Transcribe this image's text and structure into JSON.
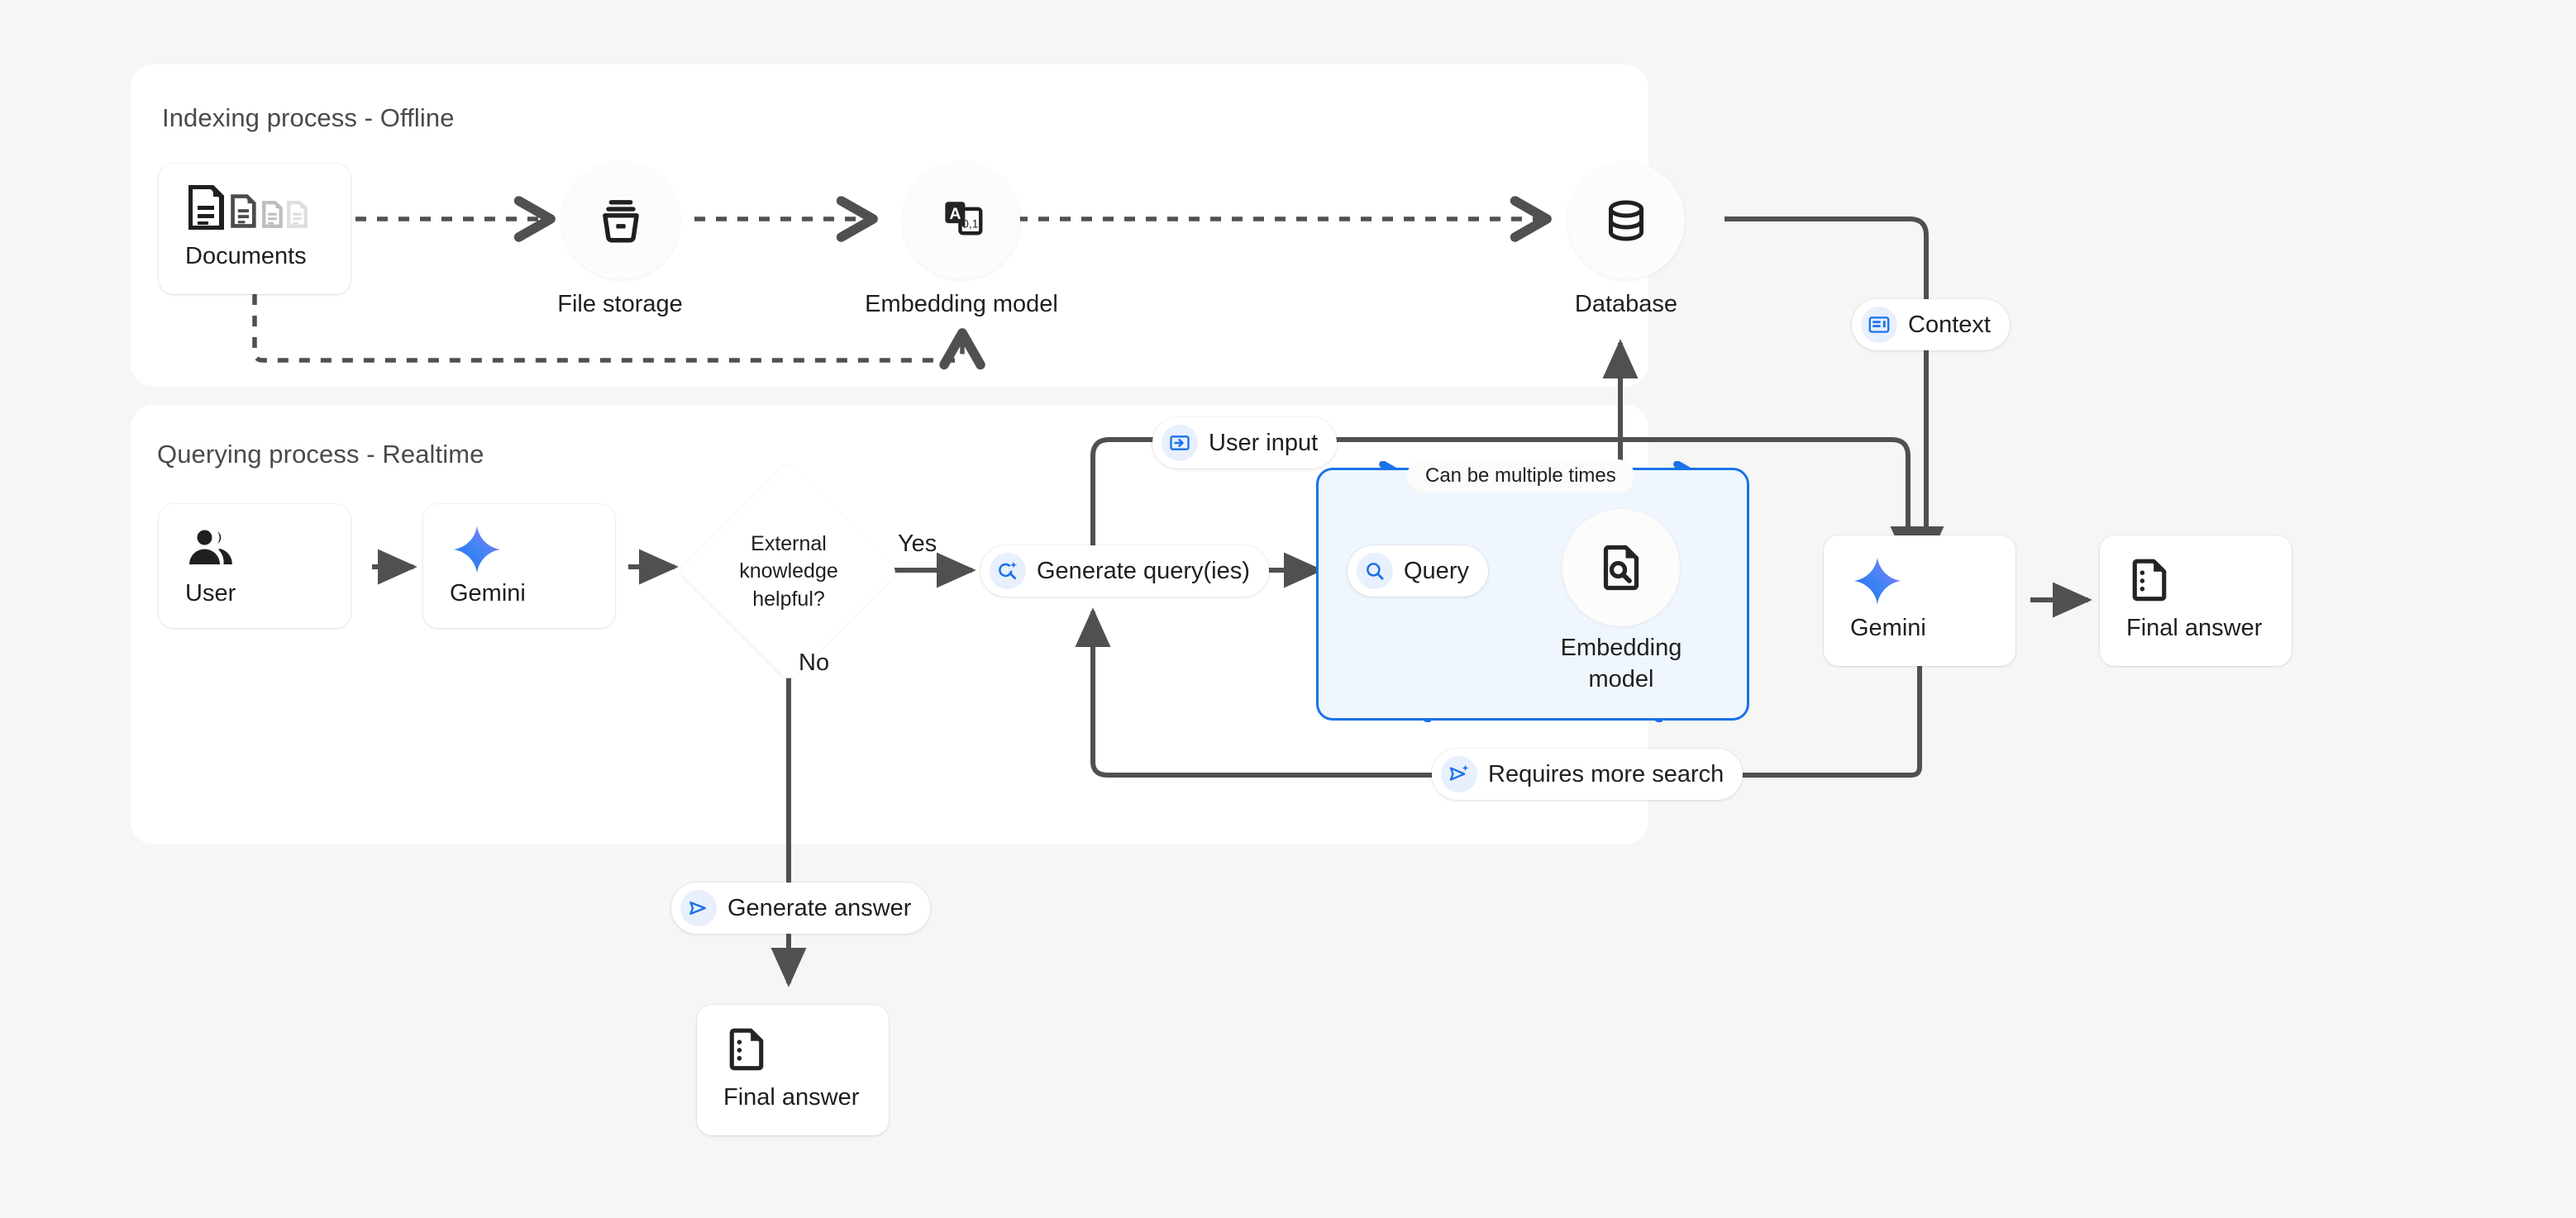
{
  "diagram": {
    "title_indexing": "Indexing process - Offline",
    "title_querying": "Querying process - Realtime"
  },
  "indexing": {
    "nodes": [
      {
        "id": "documents",
        "label": "Documents",
        "icon": "documents-icon"
      },
      {
        "id": "file-storage",
        "label": "File storage",
        "icon": "file-storage-icon"
      },
      {
        "id": "embedding-model",
        "label": "Embedding model",
        "icon": "embedding-model-icon"
      },
      {
        "id": "database",
        "label": "Database",
        "icon": "database-icon"
      }
    ]
  },
  "querying": {
    "nodes": [
      {
        "id": "user",
        "label": "User",
        "icon": "users-icon"
      },
      {
        "id": "gemini-left",
        "label": "Gemini",
        "icon": "gemini-sparkle-icon"
      },
      {
        "id": "embedding-model-query",
        "label": "Embedding\nmodel",
        "label_line1": "Embedding",
        "label_line2": "model",
        "icon": "document-search-icon"
      },
      {
        "id": "gemini-right",
        "label": "Gemini",
        "icon": "gemini-sparkle-icon"
      },
      {
        "id": "final-answer-right",
        "label": "Final answer",
        "icon": "final-answer-icon"
      },
      {
        "id": "final-answer-bottom",
        "label": "Final answer",
        "icon": "final-answer-icon"
      }
    ],
    "decision": {
      "line1": "External",
      "line2": "knowledge",
      "line3": "helpful?",
      "yes": "Yes",
      "no": "No"
    },
    "badges": [
      {
        "id": "context",
        "label": "Context",
        "icon": "context-panel-icon"
      },
      {
        "id": "user-input",
        "label": "User input",
        "icon": "login-arrow-icon"
      },
      {
        "id": "generate-queries",
        "label": "Generate query(ies)",
        "icon": "search-sparkle-icon"
      },
      {
        "id": "query",
        "label": "Query",
        "icon": "search-icon"
      },
      {
        "id": "requires-more-search",
        "label": "Requires more search",
        "icon": "send-sparkle-icon"
      },
      {
        "id": "generate-answer",
        "label": "Generate answer",
        "icon": "send-icon"
      }
    ],
    "loop_label": "Can be multiple times"
  },
  "colors": {
    "background": "#f6f6f4",
    "panel": "#ffffff",
    "wire": "#4f5052",
    "accent_blue": "#1a73e8",
    "loop_fill": "#f0f6fe",
    "badge_icon_bg": "#e8effd",
    "gemini_from": "#4285f4",
    "gemini_to": "#9b72f2",
    "text": "#1f1f1f",
    "title_text": "#4a4a4a"
  }
}
